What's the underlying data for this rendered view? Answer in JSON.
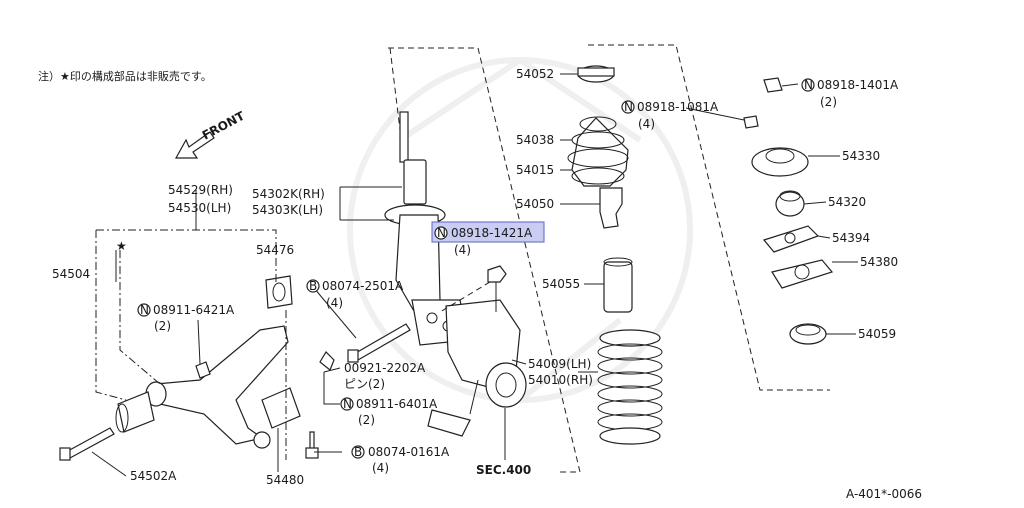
{
  "diagram": {
    "note": "注）★印の構成部品は非販売です。",
    "front_label": "FRONT",
    "footer_code": "A-401*-0066",
    "highlight_color": "#c9cdf2",
    "callouts": {
      "p54052": "54052",
      "p54038": "54038",
      "p54015": "54015",
      "p54050": "54050",
      "p54055": "54055",
      "p54009": "54009(LH)",
      "p54010": "54010(RH)",
      "sec400": "SEC.400",
      "n1081a": "08918-1081A",
      "n1081a_qty": "(4)",
      "n1401a": "08918-1401A",
      "n1401a_qty": "(2)",
      "p54330": "54330",
      "p54320": "54320",
      "p54394": "54394",
      "p54380": "54380",
      "p54059": "54059",
      "p54529": "54529(RH)",
      "p54530": "54530(LH)",
      "p54302k": "54302K(RH)",
      "p54303k": "54303K(LH)",
      "n1421a": "08918-1421A",
      "n1421a_qty": "(4)",
      "p54476": "54476",
      "p54504": "54504",
      "star": "★",
      "b2501a": "08074-2501A",
      "b2501a_qty": "(4)",
      "n6421a": "08911-6421A",
      "n6421a_qty": "(2)",
      "p0921": "00921-2202A",
      "p0921_pin": "ピン(2)",
      "n6401a": "08911-6401A",
      "n6401a_qty": "(2)",
      "b0161a": "08074-0161A",
      "b0161a_qty": "(4)",
      "p54502a": "54502A",
      "p54480": "54480"
    },
    "markers": {
      "nut": "N",
      "bolt": "B"
    }
  }
}
